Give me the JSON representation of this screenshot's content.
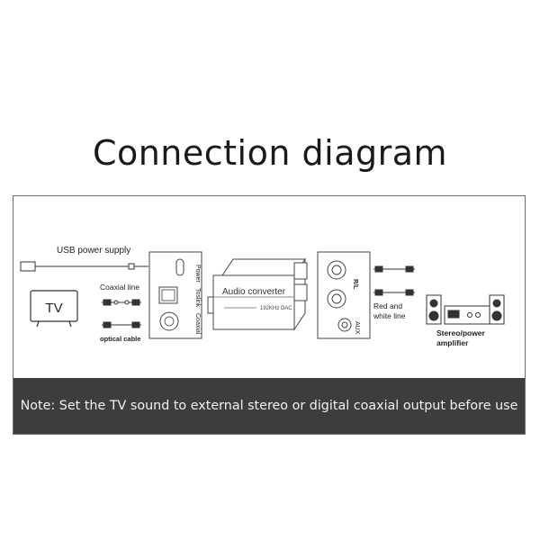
{
  "title": "Connection diagram",
  "labels": {
    "usb": "USB power supply",
    "coaxial_line": "Coaxial line",
    "optical_cable": "optical cable",
    "tv": "TV",
    "power": "Power",
    "toslink": "Toslink",
    "coaxial": "Coaxial",
    "converter_name": "Audio converter",
    "converter_sub": "192KHz DAC",
    "rl": "R/L",
    "aux": "AUX",
    "red_white": "Red and\nwhite line",
    "amplifier": "Stereo/power\namplifier"
  },
  "note": "Note: Set the TV sound to external stereo or digital coaxial output before use",
  "colors": {
    "line": "#333333",
    "note_bg": "#3d3d3d",
    "note_text": "#f2f2f2"
  }
}
